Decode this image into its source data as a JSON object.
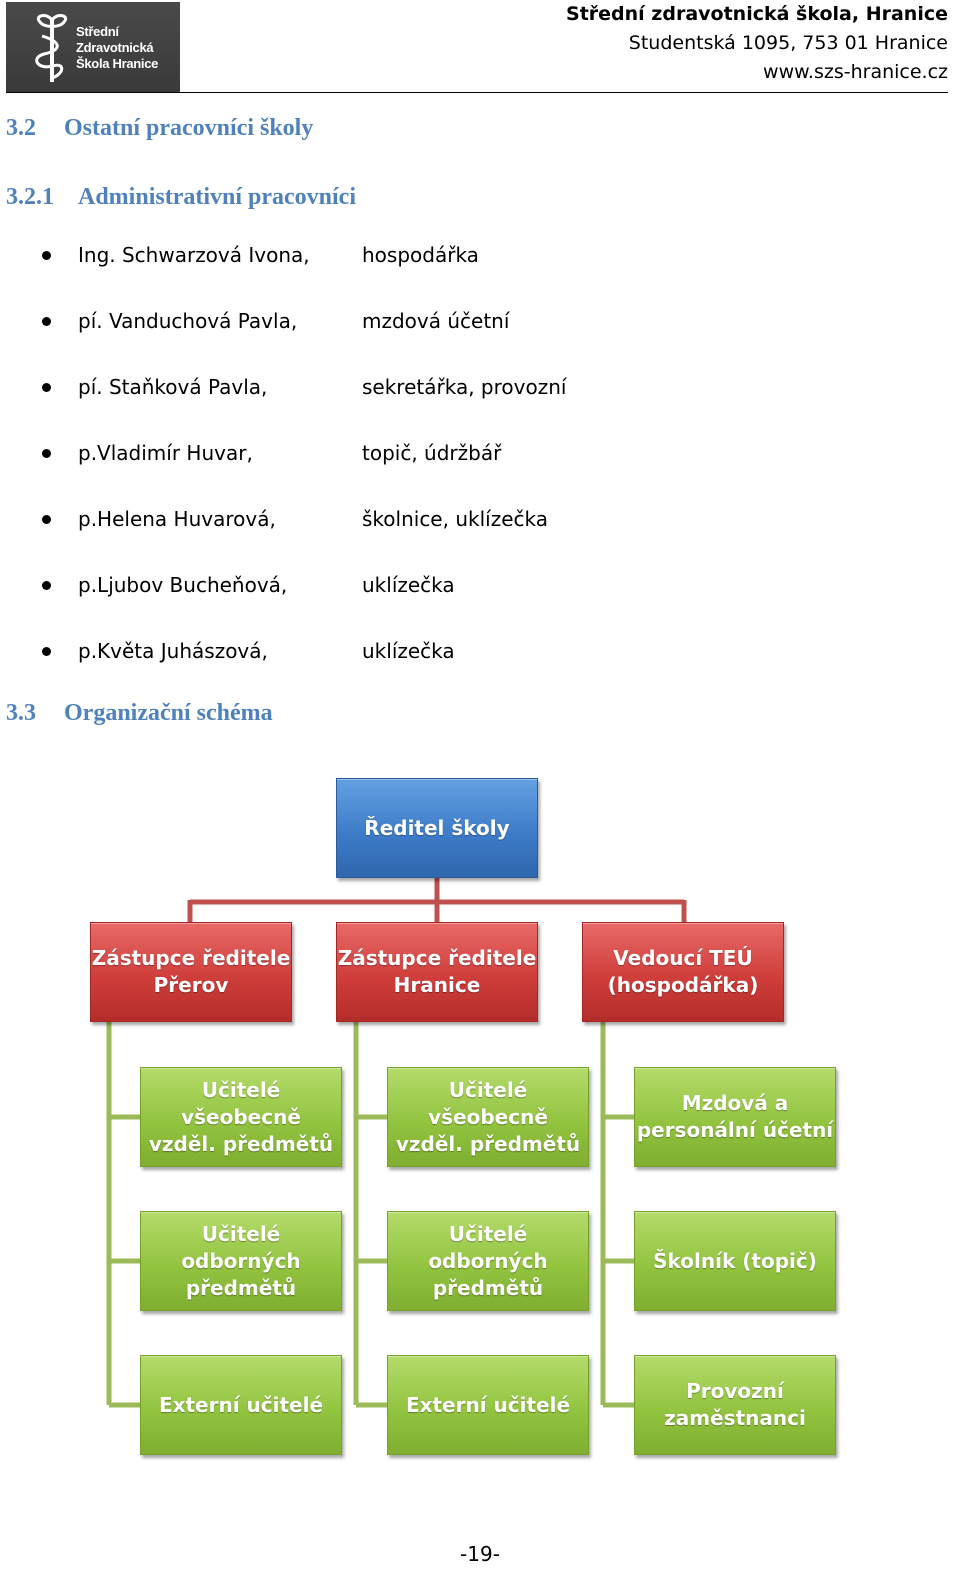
{
  "header": {
    "logo_lines": [
      "Střední",
      "Zdravotnická",
      "Škola Hranice"
    ],
    "school_name": "Střední zdravotnická škola, Hranice",
    "address": "Studentská 1095, 753 01 Hranice",
    "website": "www.szs-hranice.cz"
  },
  "sections": {
    "s32": {
      "number": "3.2",
      "title": "Ostatní pracovníci školy"
    },
    "s321": {
      "number": "3.2.1",
      "title": "Administrativní pracovníci"
    },
    "s33": {
      "number": "3.3",
      "title": "Organizační schéma"
    }
  },
  "staff": [
    {
      "name": "Ing. Schwarzová Ivona,",
      "role": "hospodářka"
    },
    {
      "name": "pí. Vanduchová Pavla,",
      "role": "mzdová účetní"
    },
    {
      "name": "pí. Staňková Pavla,",
      "role": "sekretářka, provozní"
    },
    {
      "name": "p.Vladimír Huvar,",
      "role": "topič, údržbář"
    },
    {
      "name": "p.Helena Huvarová,",
      "role": "školnice, uklízečka"
    },
    {
      "name": "p.Ljubov Bucheňová,",
      "role": "uklízečka"
    },
    {
      "name": "p.Květa Juhászová,",
      "role": "uklízečka"
    }
  ],
  "org_chart": {
    "director": "Ředitel školy",
    "deputies": [
      "Zástupce ředitele\nPřerov",
      "Zástupce ředitele\nHranice",
      "Vedoucí TEÚ\n(hospodářka)"
    ],
    "columns": [
      [
        "Učitelé všeobecně\nvzděl. předmětů",
        "Učitelé odborných\npředmětů",
        "Externí učitelé"
      ],
      [
        "Učitelé všeobecně\nvzděl. předmětů",
        "Učitelé odborných\npředmětů",
        "Externí učitelé"
      ],
      [
        "Mzdová a\npersonální účetní",
        "Školník (topič)",
        "Provozní\nzaměstnanci"
      ]
    ],
    "colors": {
      "blue": "#4a86d0",
      "red": "#c9403d",
      "green": "#93c440",
      "connector_red": "#c0504d",
      "connector_green": "#9bbb59"
    }
  },
  "footer": {
    "page_number": "-19-"
  }
}
